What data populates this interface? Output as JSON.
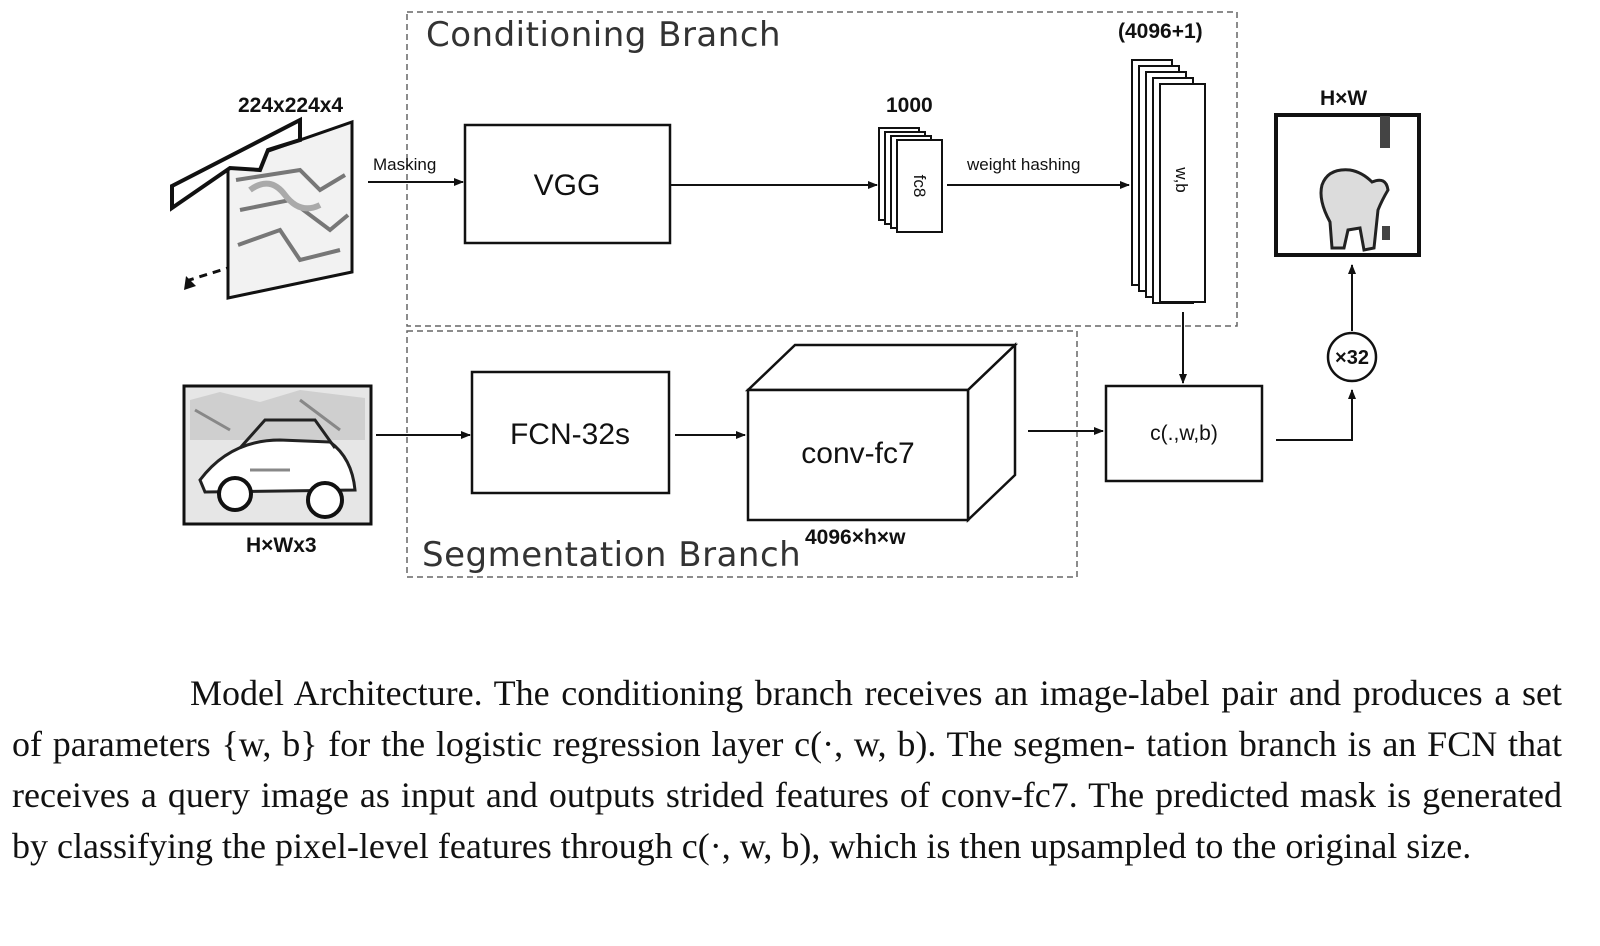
{
  "diagram": {
    "conditioning_branch": {
      "title": "Conditioning Branch"
    },
    "segmentation_branch": {
      "title": "Segmentation Branch"
    },
    "support_input": {
      "dims": "224x224x4",
      "edge_label": "Masking"
    },
    "vgg": {
      "label": "VGG"
    },
    "fc8": {
      "dims": "1000",
      "label": "fc8",
      "edge_label": "weight hashing"
    },
    "wb_stack": {
      "dims": "(4096+1)",
      "label": "w,b"
    },
    "query_input": {
      "dims": "H×Wx3"
    },
    "fcn": {
      "label": "FCN-32s"
    },
    "conv_fc7": {
      "label": "conv-fc7",
      "dims": "4096×h×w"
    },
    "classifier": {
      "label": "c(.,w,b)"
    },
    "upsample": {
      "label": "×32"
    },
    "output_mask": {
      "dims": "H×W"
    }
  },
  "caption": {
    "line1": "Model Architecture. The conditioning branch receives an image-label pair and",
    "line2": "produces a set of parameters {w, b} for the logistic regression layer c(·, w, b). The segmen-",
    "line3": "tation branch is an FCN that receives a query image as input and outputs strided features of",
    "line4": "conv-fc7. The predicted mask is generated by classifying the pixel-level features through",
    "line5": "c(·, w, b), which is then upsampled to the original size."
  }
}
